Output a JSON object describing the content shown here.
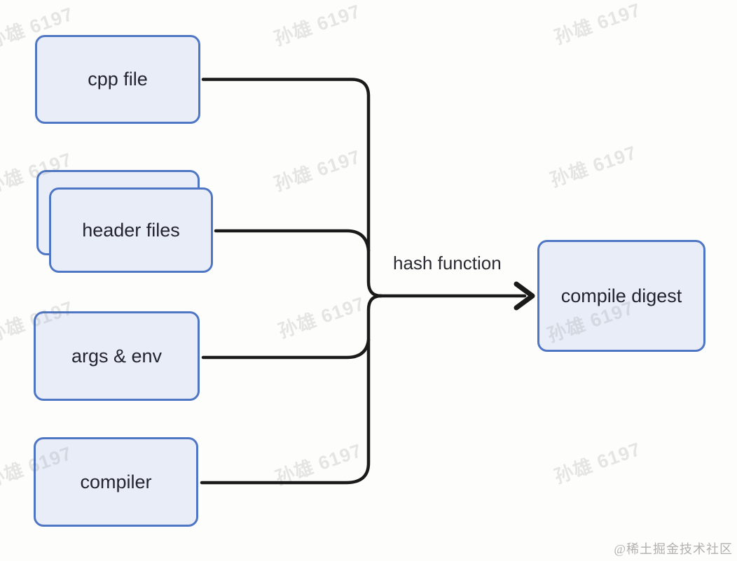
{
  "diagram": {
    "title_implicit": "compile digest hash diagram",
    "nodes": {
      "cpp_file": {
        "label": "cpp file"
      },
      "header_files": {
        "label": "header files",
        "stacked": true
      },
      "args_env": {
        "label": "args & env"
      },
      "compiler": {
        "label": "compiler"
      },
      "compile_digest": {
        "label": "compile digest"
      }
    },
    "edges": {
      "hash_label": "hash function",
      "flow": "cpp_file + header_files + args_env + compiler -> hash function -> compile_digest"
    }
  },
  "watermark": {
    "text": "孙雄 6197"
  },
  "footer": {
    "credit": "@稀土掘金技术社区"
  },
  "colors": {
    "background": "#fdfdfb",
    "node_fill": "#e9edf7",
    "node_border": "#4e76c5",
    "node_text": "#23242f",
    "wire": "#1a1a1a",
    "watermark_text": "#9a9aa0",
    "credit_text": "#b2b0ad"
  }
}
